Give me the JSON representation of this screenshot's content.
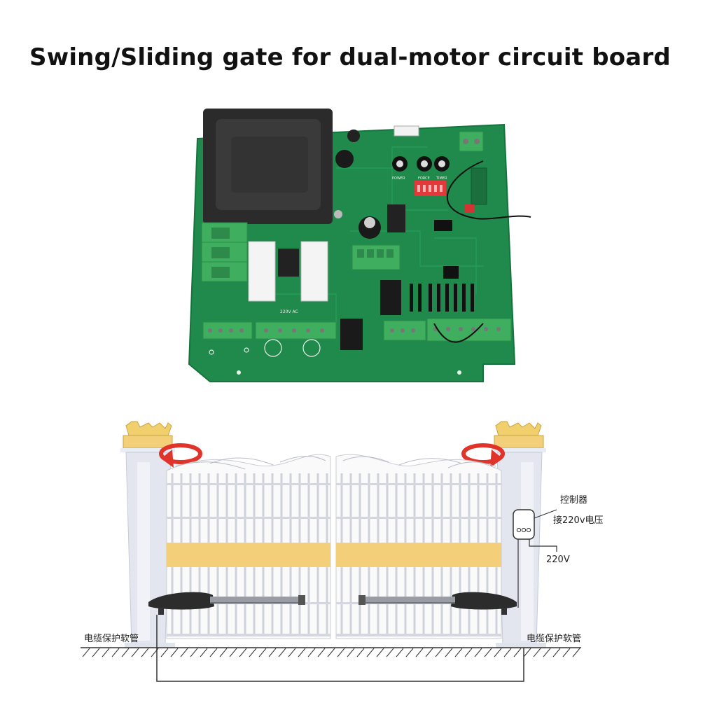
{
  "title": "Swing/Sliding gate for dual-motor circuit board",
  "labels": {
    "controller": "控制器",
    "power_connection": "接220v电压",
    "voltage": "220V",
    "cable_left": "电缆保护软管",
    "cable_right": "电缆保护软管"
  },
  "board": {
    "text_220v_ac": "220V AC",
    "text_power": "POWER",
    "text_force": "FORCE",
    "text_timer": "TIMER"
  },
  "colors": {
    "pcb": "#1f8a4c",
    "terminal": "#3fae5f",
    "transformer": "#2b2b2b",
    "gate_bar": "#f3cf7a",
    "pillar": "#e3e6ee",
    "arrow": "#e0342a"
  }
}
